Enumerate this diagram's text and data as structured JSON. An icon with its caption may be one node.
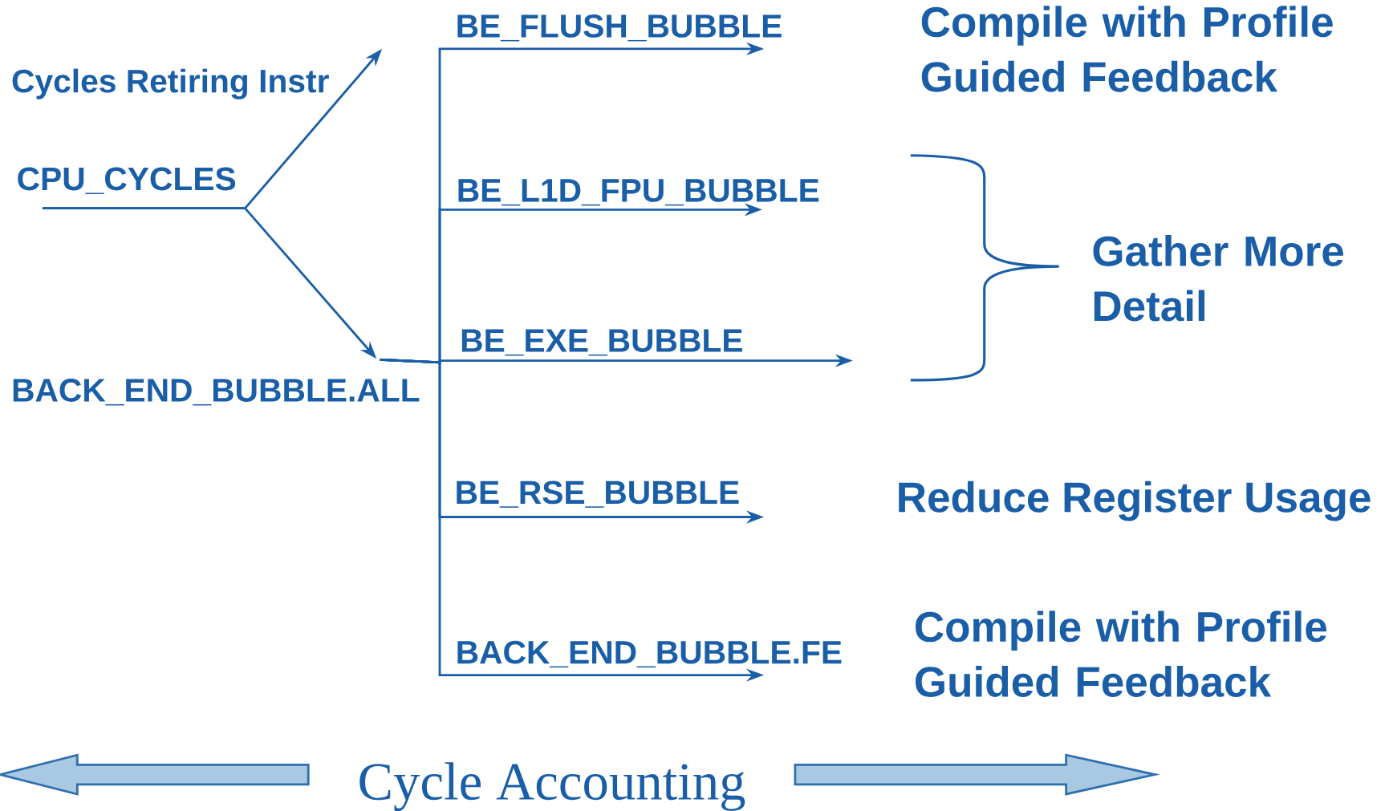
{
  "diagram": {
    "nodes": [
      {
        "text": [
          "CPU_CYCLES"
        ]
      },
      {
        "text": [
          "BACK_END_BUBBLE.ALL"
        ]
      },
      {
        "text": [
          "BE_FLUSH_BUBBLE"
        ]
      },
      {
        "text": [
          "BE_L1D_FPU_BUBBLE"
        ]
      },
      {
        "text": [
          "BE_EXE_BUBBLE"
        ]
      },
      {
        "text": [
          "BE_RSE_BUBBLE"
        ]
      },
      {
        "text": [
          "BACK_END_BUBBLE.FE"
        ]
      },
      {
        "text": [
          "Compile with Profile Guided Feedback"
        ]
      },
      {
        "text": [
          "Gather More Detail"
        ]
      },
      {
        "text": [
          "Reduce Register Usage"
        ]
      },
      {
        "text": [
          "Compile with Profile Guided Feedback"
        ]
      }
    ],
    "edges": [
      {
        "from": 0,
        "to": null,
        "arrow": "to",
        "label": "Cycles Retiring Instr"
      },
      {
        "from": 0,
        "to": 1,
        "arrow": "to"
      },
      {
        "from": 1,
        "to": 2,
        "arrow": "to"
      },
      {
        "from": 1,
        "to": 3,
        "arrow": "to"
      },
      {
        "from": 1,
        "to": 4,
        "arrow": "to"
      },
      {
        "from": 1,
        "to": 5,
        "arrow": "to"
      },
      {
        "from": 1,
        "to": 6,
        "arrow": "to"
      }
    ],
    "labels": [
      "Cycle Accounting"
    ]
  }
}
